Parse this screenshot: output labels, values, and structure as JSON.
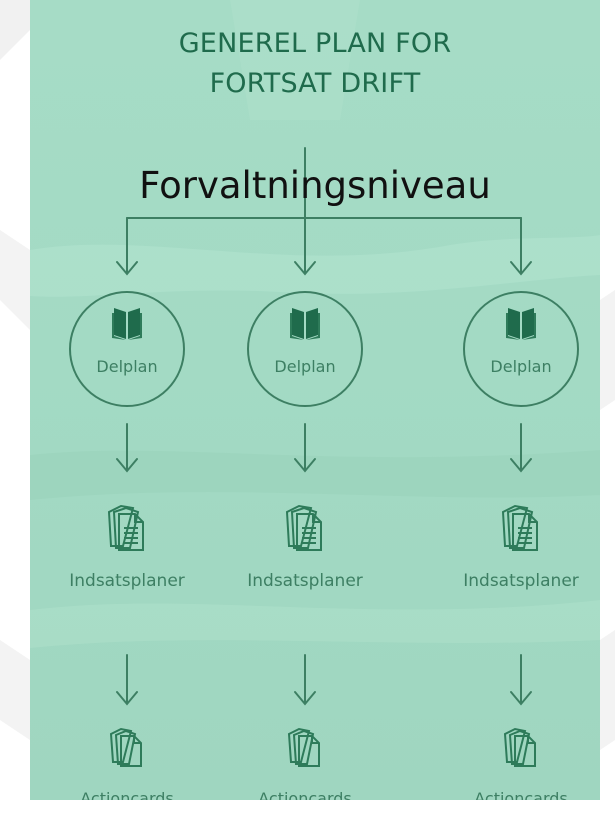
{
  "diagram": {
    "title_line1": "GENEREL PLAN FOR",
    "title_line2": "FORTSAT DRIFT",
    "top_level_label": "Forvaltningsniveau",
    "columns": [
      {
        "plan_label": "Delplan",
        "plan_icon": "open-book-icon",
        "cards_label": "Indsatsplaner",
        "cards_icon": "document-stack-icon",
        "actions_label": "Actioncards",
        "actions_icon": "card-stack-icon"
      },
      {
        "plan_label": "Delplan",
        "plan_icon": "open-book-icon",
        "cards_label": "Indsatsplaner",
        "cards_icon": "document-stack-icon",
        "actions_label": "Actioncards",
        "actions_icon": "card-stack-icon"
      },
      {
        "plan_label": "Delplan",
        "plan_icon": "open-book-icon",
        "cards_label": "Indsatsplaner",
        "cards_icon": "document-stack-icon",
        "actions_label": "Actioncards",
        "actions_icon": "card-stack-icon"
      }
    ]
  },
  "colors": {
    "panel_background": "#a6dcc6",
    "title_text": "#1f6b4c",
    "line_color": "#3d7f63",
    "level_text": "#111111"
  }
}
